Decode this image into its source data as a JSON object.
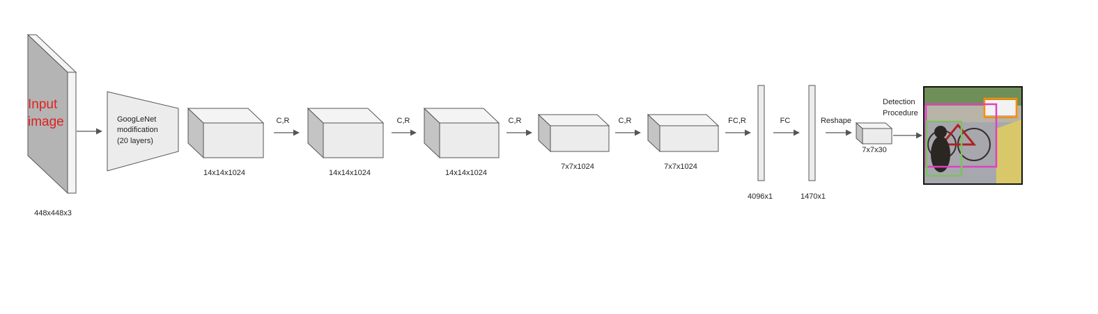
{
  "input": {
    "title_line1": "Input",
    "title_line2": "image",
    "title_color": "#e02020",
    "dims": "448x448x3"
  },
  "googlenet": {
    "line1": "GoogLeNet",
    "line2": "modification",
    "line3": "(20 layers)"
  },
  "stages": [
    {
      "dims": "14x14x1024"
    },
    {
      "dims": "14x14x1024"
    },
    {
      "dims": "14x14x1024"
    },
    {
      "dims": "7x7x1024"
    },
    {
      "dims": "7x7x1024"
    }
  ],
  "operations": [
    "C,R",
    "C,R",
    "C,R",
    "C,R",
    "FC,R",
    "FC",
    "Reshape"
  ],
  "vectors": [
    {
      "dims": "4096x1"
    },
    {
      "dims": "1470x1"
    }
  ],
  "output_tensor": {
    "dims": "7x7x30"
  },
  "detection": {
    "line1": "Detection",
    "line2": "Procedure",
    "box_colors": [
      "#ff8c00",
      "#e040c0",
      "#7fc060"
    ]
  }
}
